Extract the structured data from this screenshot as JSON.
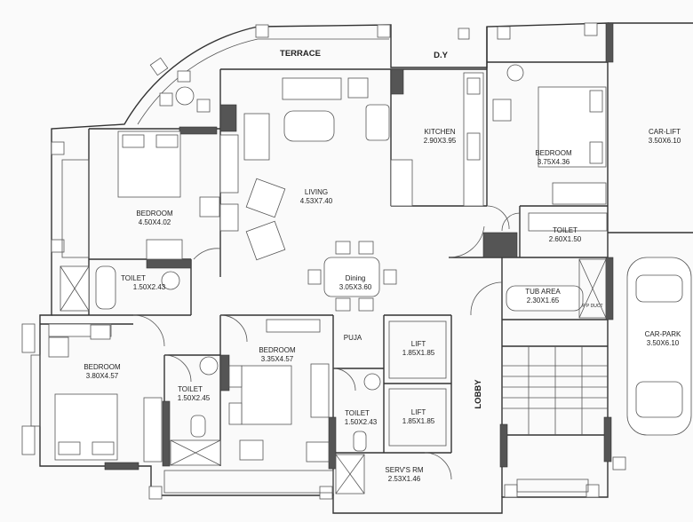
{
  "plan": {
    "rooms": [
      {
        "id": "terrace",
        "name": "TERRACE",
        "dims": ""
      },
      {
        "id": "dy",
        "name": "D.Y",
        "dims": ""
      },
      {
        "id": "kitchen",
        "name": "KITCHEN",
        "dims": "2.90X3.95"
      },
      {
        "id": "bedroom_ne",
        "name": "BEDROOM",
        "dims": "3.75X4.36"
      },
      {
        "id": "car_lift",
        "name": "CAR-LIFT",
        "dims": "3.50X6.10"
      },
      {
        "id": "living",
        "name": "LIVING",
        "dims": "4.53X7.40"
      },
      {
        "id": "bedroom_nw",
        "name": "BEDROOM",
        "dims": "4.50X4.02"
      },
      {
        "id": "toilet_nw",
        "name": "TOILET",
        "dims": "1.50X2.43"
      },
      {
        "id": "toilet_ne",
        "name": "TOILET",
        "dims": "2.60X1.50"
      },
      {
        "id": "dining",
        "name": "Dining",
        "dims": "3.05X3.60"
      },
      {
        "id": "tub_area",
        "name": "TUB AREA",
        "dims": "2.30X1.65"
      },
      {
        "id": "car_park",
        "name": "CAR-PARK",
        "dims": "3.50X6.10"
      },
      {
        "id": "bedroom_sw",
        "name": "BEDROOM",
        "dims": "3.80X4.57"
      },
      {
        "id": "bedroom_s",
        "name": "BEDROOM",
        "dims": "3.35X4.57"
      },
      {
        "id": "toilet_sw",
        "name": "TOILET",
        "dims": "1.50X2.45"
      },
      {
        "id": "puja",
        "name": "PUJA",
        "dims": ""
      },
      {
        "id": "lift1",
        "name": "LIFT",
        "dims": "1.85X1.85"
      },
      {
        "id": "lift2",
        "name": "LIFT",
        "dims": "1.85X1.85"
      },
      {
        "id": "toilet_s",
        "name": "TOILET",
        "dims": "1.50X2.43"
      },
      {
        "id": "servs_rm",
        "name": "SERV'S RM",
        "dims": "2.53X1.46"
      },
      {
        "id": "lobby",
        "name": "LOBBY",
        "dims": ""
      },
      {
        "id": "pp_duct",
        "name": "P P DUCT",
        "dims": ""
      }
    ]
  }
}
